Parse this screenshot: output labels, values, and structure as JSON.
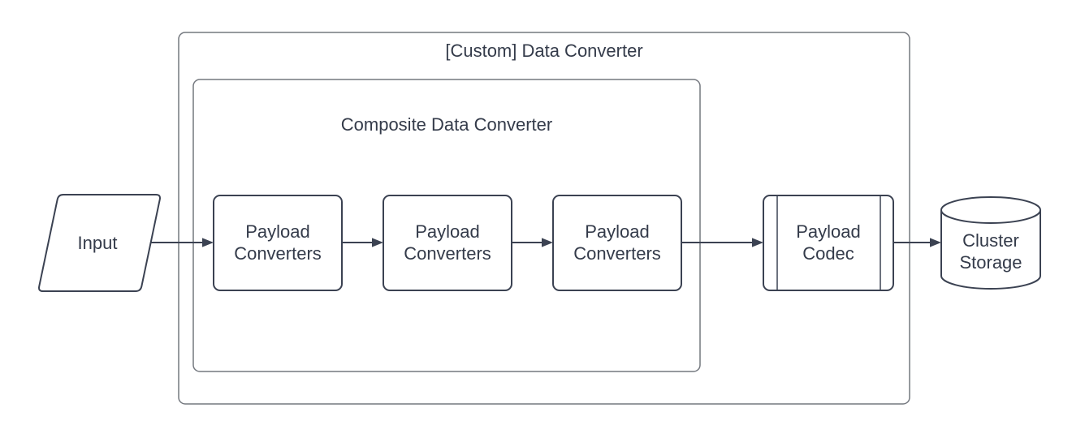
{
  "diagram": {
    "outer_container": {
      "title": "[Custom] Data Converter"
    },
    "inner_container": {
      "title": "Composite Data Converter"
    },
    "nodes": {
      "input": {
        "label": "Input",
        "shape": "parallelogram"
      },
      "payload_converter_1": {
        "line1": "Payload",
        "line2": "Converters",
        "shape": "rounded-rectangle"
      },
      "payload_converter_2": {
        "line1": "Payload",
        "line2": "Converters",
        "shape": "rounded-rectangle"
      },
      "payload_converter_3": {
        "line1": "Payload",
        "line2": "Converters",
        "shape": "rounded-rectangle"
      },
      "payload_codec": {
        "line1": "Payload",
        "line2": "Codec",
        "shape": "predefined-process"
      },
      "cluster_storage": {
        "line1": "Cluster",
        "line2": "Storage",
        "shape": "cylinder"
      }
    },
    "flow": [
      "input -> payload_converter_1",
      "payload_converter_1 -> payload_converter_2",
      "payload_converter_2 -> payload_converter_3",
      "payload_converter_3 -> payload_codec",
      "payload_codec -> cluster_storage"
    ],
    "colors": {
      "container_stroke": "#74787f",
      "shape_stroke": "#3b4252",
      "arrow": "#3b4252",
      "text": "#343b4a",
      "shape_fill": "#ffffff",
      "background": "#ffffff"
    }
  }
}
